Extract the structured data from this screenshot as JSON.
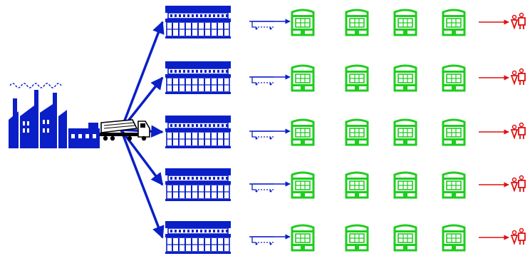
{
  "diagram": {
    "colors": {
      "blue": "#0a1fc8",
      "green": "#1fcc1f",
      "red": "#e01010",
      "black": "#000000",
      "white": "#ffffff"
    },
    "nodes": {
      "source": {
        "icon": "factory-icon"
      },
      "bulk_transport": {
        "icon": "tanker-truck-icon"
      },
      "distributors": {
        "icon": "warehouse-icon",
        "count": 5
      },
      "local_transport": {
        "icon": "small-delivery-truck-icon",
        "count": 5
      },
      "outlets": {
        "icon": "store-building-icon",
        "rows": 5,
        "per_row": 4
      },
      "consumers": {
        "icon": "consumer-figures-icon",
        "count": 5
      }
    },
    "connectors": {
      "truck_to_distributor": {
        "icon": "arrow-icon",
        "color": "blue"
      },
      "delivery_to_outlet": {
        "icon": "arrow-icon",
        "color": "blue"
      },
      "outlet_to_consumer": {
        "icon": "arrow-icon",
        "color": "red"
      }
    }
  }
}
